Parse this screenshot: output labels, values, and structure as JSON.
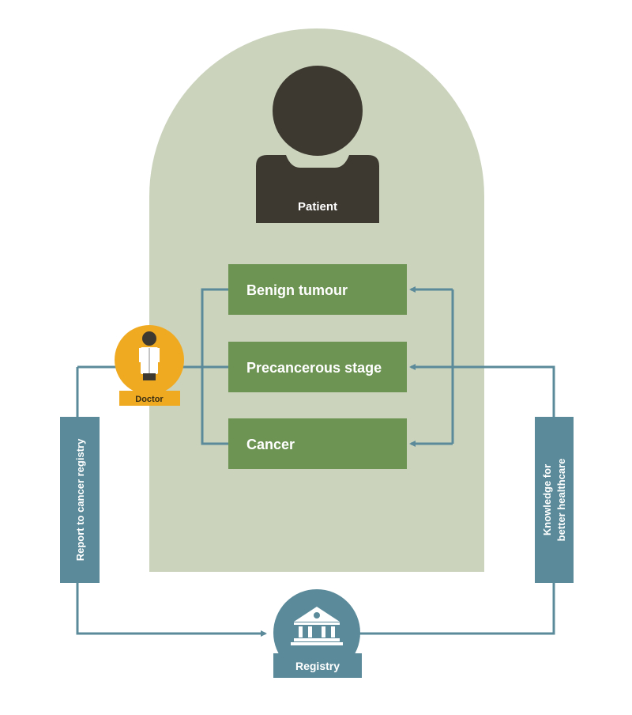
{
  "colors": {
    "arch": "#cbd3bd",
    "patient": "#3d3830",
    "stage_box": "#6e9454",
    "connector": "#5b8b9a",
    "doctor": "#f0aa22",
    "registry": "#5b8b9a"
  },
  "patient": {
    "label": "Patient",
    "icon": "person-icon"
  },
  "stages": [
    {
      "label": "Benign tumour"
    },
    {
      "label": "Precancerous stage"
    },
    {
      "label": "Cancer"
    }
  ],
  "doctor": {
    "label": "Doctor",
    "icon": "doctor-icon"
  },
  "registry": {
    "label": "Registry",
    "icon": "institution-building-icon"
  },
  "flows": {
    "left": {
      "label": "Report to cancer registry"
    },
    "right": {
      "line1": "Knowledge for",
      "line2": "better healthcare"
    }
  }
}
